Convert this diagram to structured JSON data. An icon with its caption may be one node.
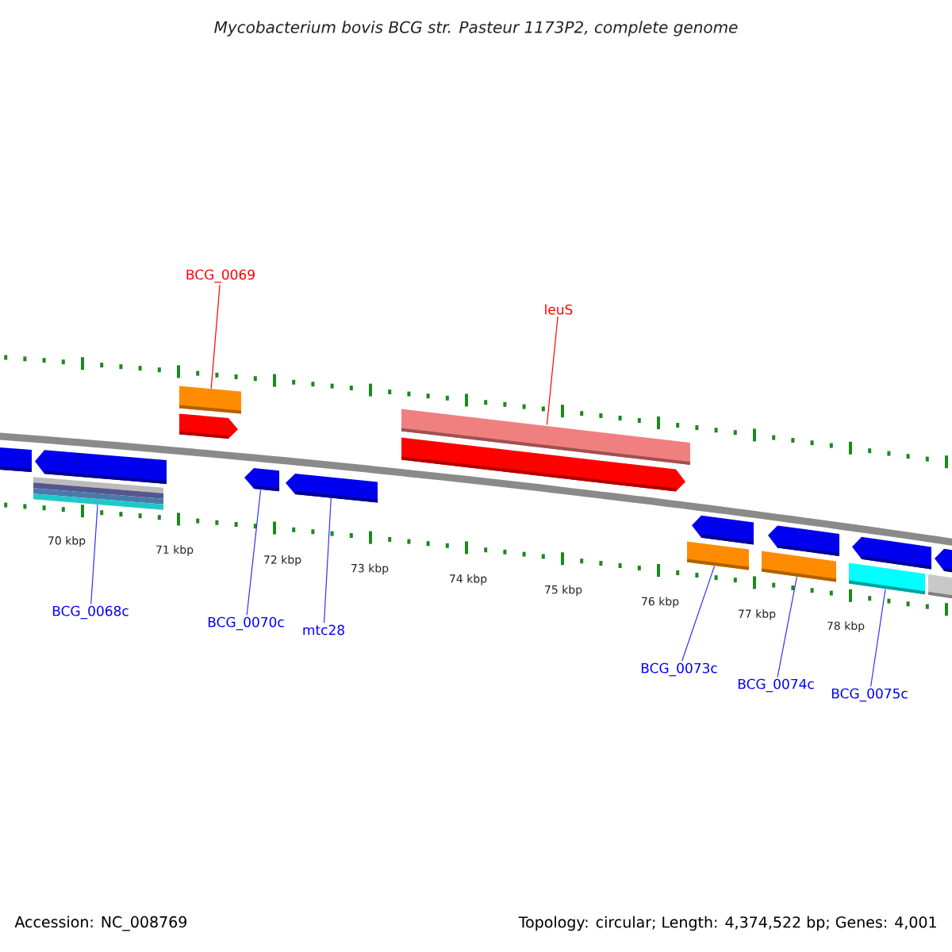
{
  "diagram": {
    "title": "Mycobacterium bovis BCG str. Pasteur 1173P2, complete genome",
    "nodes": [
      {
        "text": [
          "BCG_0069"
        ]
      },
      {
        "text": [
          "leuS"
        ]
      },
      {
        "text": [
          "BCG_0068c"
        ]
      },
      {
        "text": [
          "BCG_0070c"
        ]
      },
      {
        "text": [
          "mtc28"
        ]
      },
      {
        "text": [
          "BCG_0073c"
        ]
      },
      {
        "text": [
          "BCG_0074c"
        ]
      },
      {
        "text": [
          "BCG_0075c"
        ]
      },
      {
        "text": [],
        "shape": "bar"
      },
      {
        "text": [],
        "shape": "bar"
      },
      {
        "text": [],
        "shape": "bar"
      },
      {
        "text": [],
        "shape": "bar"
      },
      {
        "text": [],
        "shape": "bar"
      },
      {
        "text": [],
        "shape": "bar"
      },
      {
        "text": [],
        "shape": "bar"
      },
      {
        "text": [],
        "shape": "bar"
      },
      {
        "text": [],
        "shape": "bar"
      },
      {
        "text": [],
        "shape": "bar"
      },
      {
        "text": [],
        "shape": "bar"
      },
      {
        "text": [],
        "shape": "bar"
      },
      {
        "text": [],
        "shape": "bar"
      },
      {
        "text": [],
        "shape": "bar"
      },
      {
        "text": [],
        "shape": "bar"
      },
      {
        "text": [],
        "shape": "bar"
      },
      {
        "text": [],
        "shape": "bar"
      }
    ],
    "edges": [
      {
        "from": 0,
        "to": 11,
        "arrow": "none",
        "color": "#ff0000"
      },
      {
        "from": 1,
        "to": 15,
        "arrow": "none",
        "color": "#ff0000"
      },
      {
        "from": 2,
        "to": 10,
        "arrow": "none"
      },
      {
        "from": 3,
        "to": 13,
        "arrow": "none"
      },
      {
        "from": 4,
        "to": 14,
        "arrow": "none"
      },
      {
        "from": 5,
        "to": 17,
        "arrow": "none"
      },
      {
        "from": 6,
        "to": 19,
        "arrow": "none"
      },
      {
        "from": 7,
        "to": 21,
        "arrow": "none"
      }
    ],
    "labels": [
      "70 kbp",
      "71 kbp",
      "72 kbp",
      "73 kbp",
      "74 kbp",
      "75 kbp",
      "76 kbp",
      "77 kbp",
      "78 kbp",
      "Accession: NC_008769",
      "Topology: circular; Length: 4,374,522 bp; Genes: 4,001"
    ]
  }
}
